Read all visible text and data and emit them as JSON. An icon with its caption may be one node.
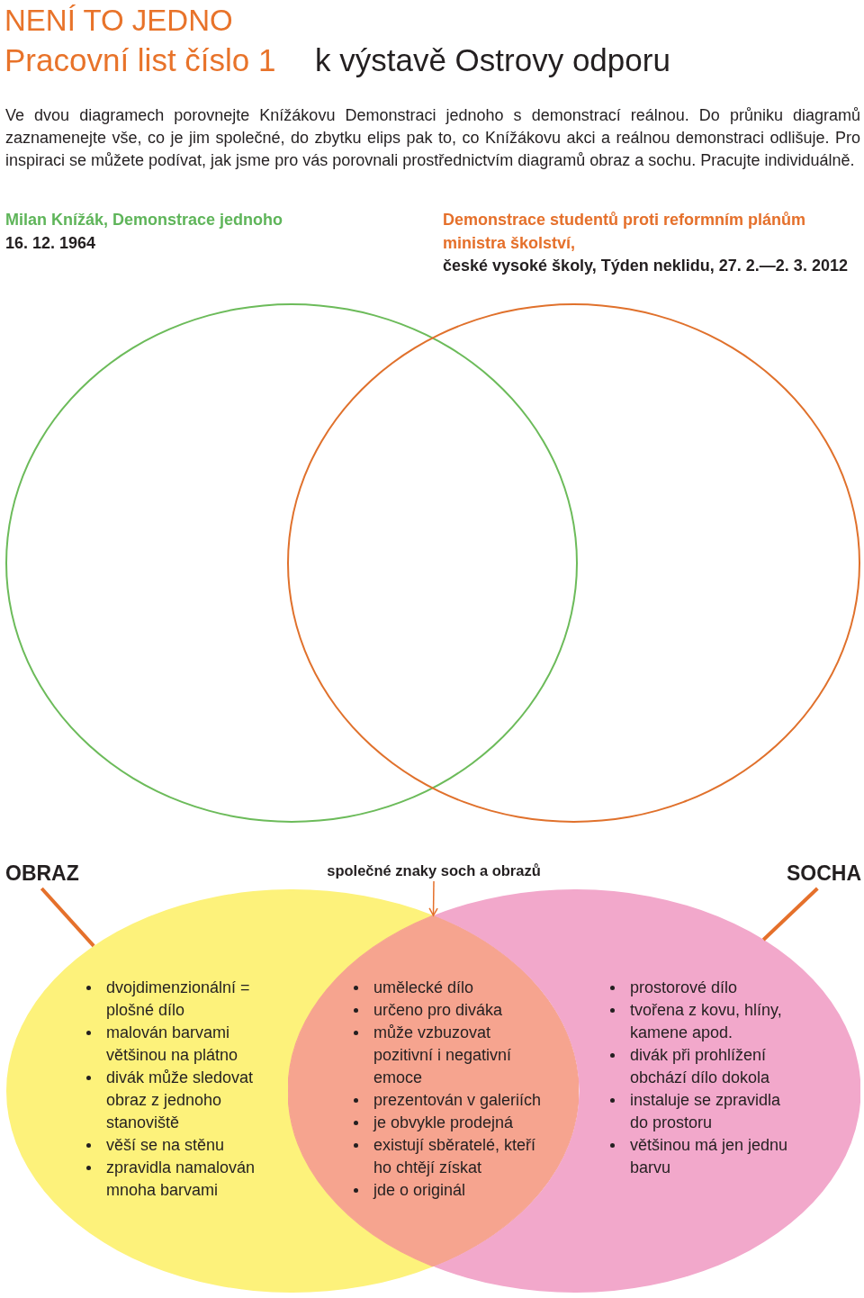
{
  "diagram": {
    "title": "NENÍ TO JEDNO",
    "nodes": [
      {
        "text": [],
        "shape": "circle",
        "beside": [
          "Milan Knížák, Demonstrace jednoho",
          "16. 12. 1964"
        ]
      },
      {
        "text": [],
        "shape": "circle",
        "beside": [
          "Demonstrace studentů proti reformním plánům ministra školství,",
          "české vysoké školy, Týden neklidu, 27. 2.—2. 3. 2012"
        ]
      },
      {
        "text": [
          "OBRAZ"
        ]
      },
      {
        "text": [
          "společné znaky soch a obrazů"
        ]
      },
      {
        "text": [
          "SOCHA"
        ]
      },
      {
        "text": [
          "dvojdimenzionální = plošné dílo",
          "malován barvami většinou na plátno",
          "divák může sledovat obraz z jednoho stanoviště",
          "věší se na stěnu",
          "zpravidla namalován mnoha barvami"
        ]
      },
      {
        "text": [
          "umělecké dílo",
          "určeno pro diváka",
          "může vzbuzovat pozitivní i negativní emoce",
          "prezentován v galeriích",
          "je obvykle prodejná",
          "existují sběratelé, kteří ho chtějí získat",
          "jde o originál"
        ]
      },
      {
        "text": [
          "prostorové dílo",
          "tvořena z kovu, hlíny, kamene apod.",
          "divák při prohlížení obchází dílo dokola",
          "instaluje se zpravidla do prostoru",
          "většinou má jen jednu barvu"
        ]
      }
    ],
    "edges": [
      {
        "from": 2,
        "to": 5,
        "arrow": "none"
      },
      {
        "from": 3,
        "to": 6,
        "arrow": "to"
      },
      {
        "from": 4,
        "to": 7,
        "arrow": "none"
      }
    ],
    "labels": [
      "Pracovní list číslo 1",
      "k výstavě Ostrovy odporu",
      "Ve dvou diagramech porovnejte Knížákovu Demonstraci jednoho s demonstrací reálnou. Do průniku diagramů zaznamenejte vše, co je jim společné, do zbytku elips pak to, co Knížákovu akci a reálnou demonstraci odlišuje. Pro inspiraci se můžete podívat, jak jsme pro vás porovnali prostřednictvím diagramů obraz a sochu. Pracujte individuálně."
    ]
  }
}
